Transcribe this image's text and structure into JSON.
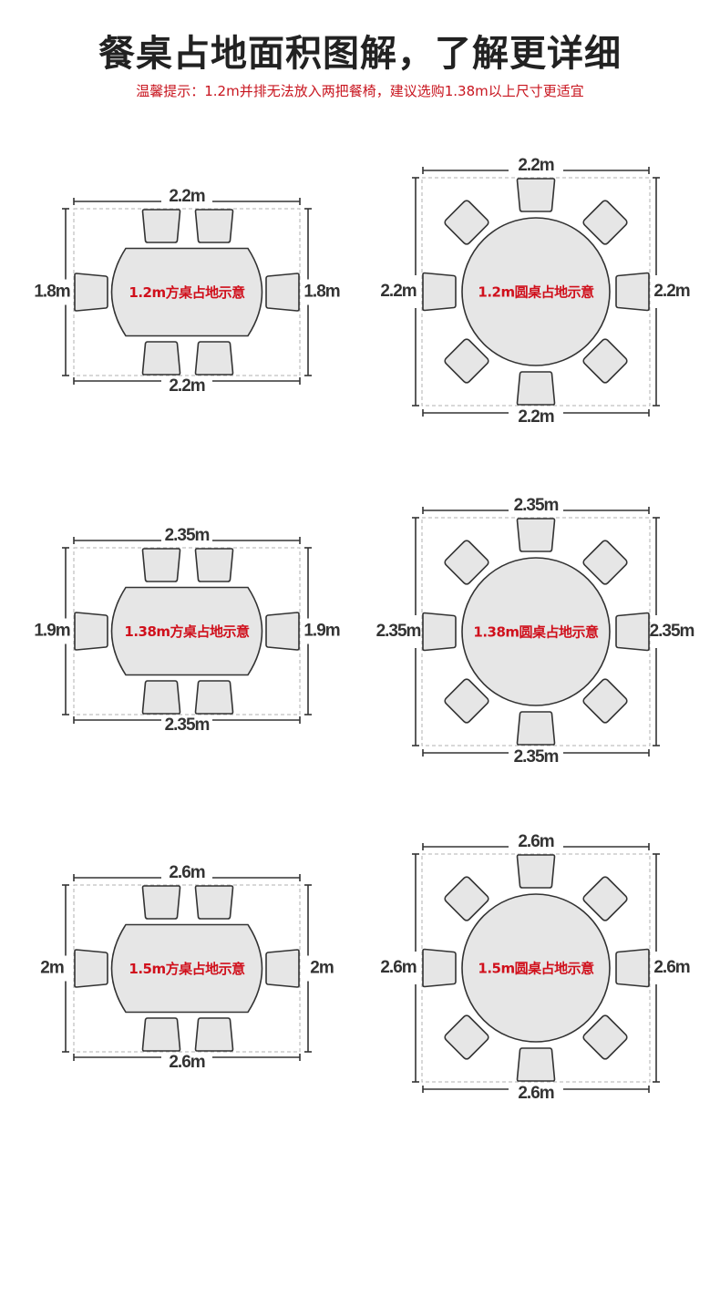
{
  "header": {
    "title": "餐桌占地面积图解，了解更详细",
    "tip": "温馨提示：1.2m并排无法放入两把餐椅，建议选购1.38m以上尺寸更适宜"
  },
  "colors": {
    "accent": "#d0101c",
    "table_fill": "#e6e6e6",
    "stroke": "#333333",
    "dashed": "#b0b0b0"
  },
  "diagrams": [
    {
      "shape": "rectangle",
      "label": "1.2m方桌占地示意",
      "width": "2.2m",
      "depth": "1.8m",
      "chairs": 6
    },
    {
      "shape": "round",
      "label": "1.2m圆桌占地示意",
      "width": "2.2m",
      "depth": "2.2m",
      "chairs": 8
    },
    {
      "shape": "rectangle",
      "label": "1.38m方桌占地示意",
      "width": "2.35m",
      "depth": "1.9m",
      "chairs": 6
    },
    {
      "shape": "round",
      "label": "1.38m圆桌占地示意",
      "width": "2.35m",
      "depth": "2.35m",
      "chairs": 8
    },
    {
      "shape": "rectangle",
      "label": "1.5m方桌占地示意",
      "width": "2.6m",
      "depth": "2m",
      "chairs": 6
    },
    {
      "shape": "round",
      "label": "1.5m圆桌占地示意",
      "width": "2.6m",
      "depth": "2.6m",
      "chairs": 8
    }
  ]
}
